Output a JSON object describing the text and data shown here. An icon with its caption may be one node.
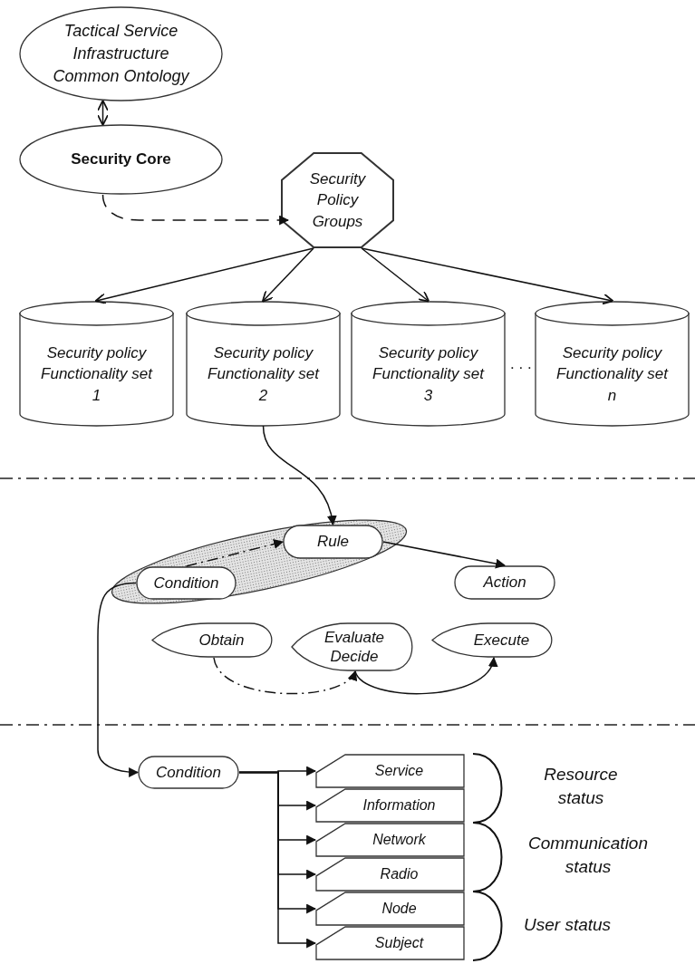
{
  "diagram": {
    "nodes": [
      {
        "text": [
          "Tactical Service Infrastructure Common Ontology"
        ]
      },
      {
        "text": [
          "Security Core"
        ]
      },
      {
        "text": [
          "Security Policy Groups"
        ]
      },
      {
        "text": [
          "Security policy Functionality set 1"
        ]
      },
      {
        "text": [
          "Security policy Functionality set 2"
        ]
      },
      {
        "text": [
          "Security policy Functionality set 3"
        ]
      },
      {
        "text": [
          "Security policy Functionality set n"
        ]
      },
      {
        "text": [],
        "shape": "ellipse"
      },
      {
        "text": [
          "Rule"
        ],
        "in": 7
      },
      {
        "text": [
          "Condition"
        ],
        "in": 7
      },
      {
        "text": [
          "Action"
        ]
      },
      {
        "text": [
          "Obtain"
        ]
      },
      {
        "text": [
          "Evaluate Decide"
        ]
      },
      {
        "text": [
          "Execute"
        ]
      },
      {
        "text": [
          "Condition"
        ]
      },
      {
        "text": [
          "Service"
        ]
      },
      {
        "text": [
          "Information"
        ]
      },
      {
        "text": [
          "Network"
        ]
      },
      {
        "text": [
          "Radio"
        ]
      },
      {
        "text": [
          "Node"
        ]
      },
      {
        "text": [
          "Subject"
        ]
      }
    ],
    "edges": [
      {
        "from": 0,
        "to": 1,
        "arrow": "both"
      },
      {
        "from": 1,
        "to": 2,
        "arrow": "to",
        "style": "dashed"
      },
      {
        "from": 2,
        "to": 3,
        "arrow": "to"
      },
      {
        "from": 2,
        "to": 4,
        "arrow": "to"
      },
      {
        "from": 2,
        "to": 5,
        "arrow": "to"
      },
      {
        "from": 2,
        "to": 6,
        "arrow": "to"
      },
      {
        "from": 4,
        "to": 8,
        "arrow": "to"
      },
      {
        "from": 9,
        "to": 8,
        "arrow": "to",
        "style": "dashed"
      },
      {
        "from": 8,
        "to": 10,
        "arrow": "to"
      },
      {
        "from": 9,
        "to": 14,
        "arrow": "to"
      },
      {
        "from": 11,
        "to": 12,
        "arrow": "to",
        "style": "dashed"
      },
      {
        "from": 12,
        "to": 13,
        "arrow": "to"
      },
      {
        "from": 14,
        "to": 15,
        "arrow": "to"
      },
      {
        "from": 14,
        "to": 16,
        "arrow": "to"
      },
      {
        "from": 14,
        "to": 17,
        "arrow": "to"
      },
      {
        "from": 14,
        "to": 18,
        "arrow": "to"
      },
      {
        "from": 14,
        "to": 19,
        "arrow": "to"
      },
      {
        "from": 14,
        "to": 20,
        "arrow": "to"
      }
    ],
    "labels": [
      ". . .",
      "Resource status",
      "Communication status",
      "User status"
    ]
  }
}
